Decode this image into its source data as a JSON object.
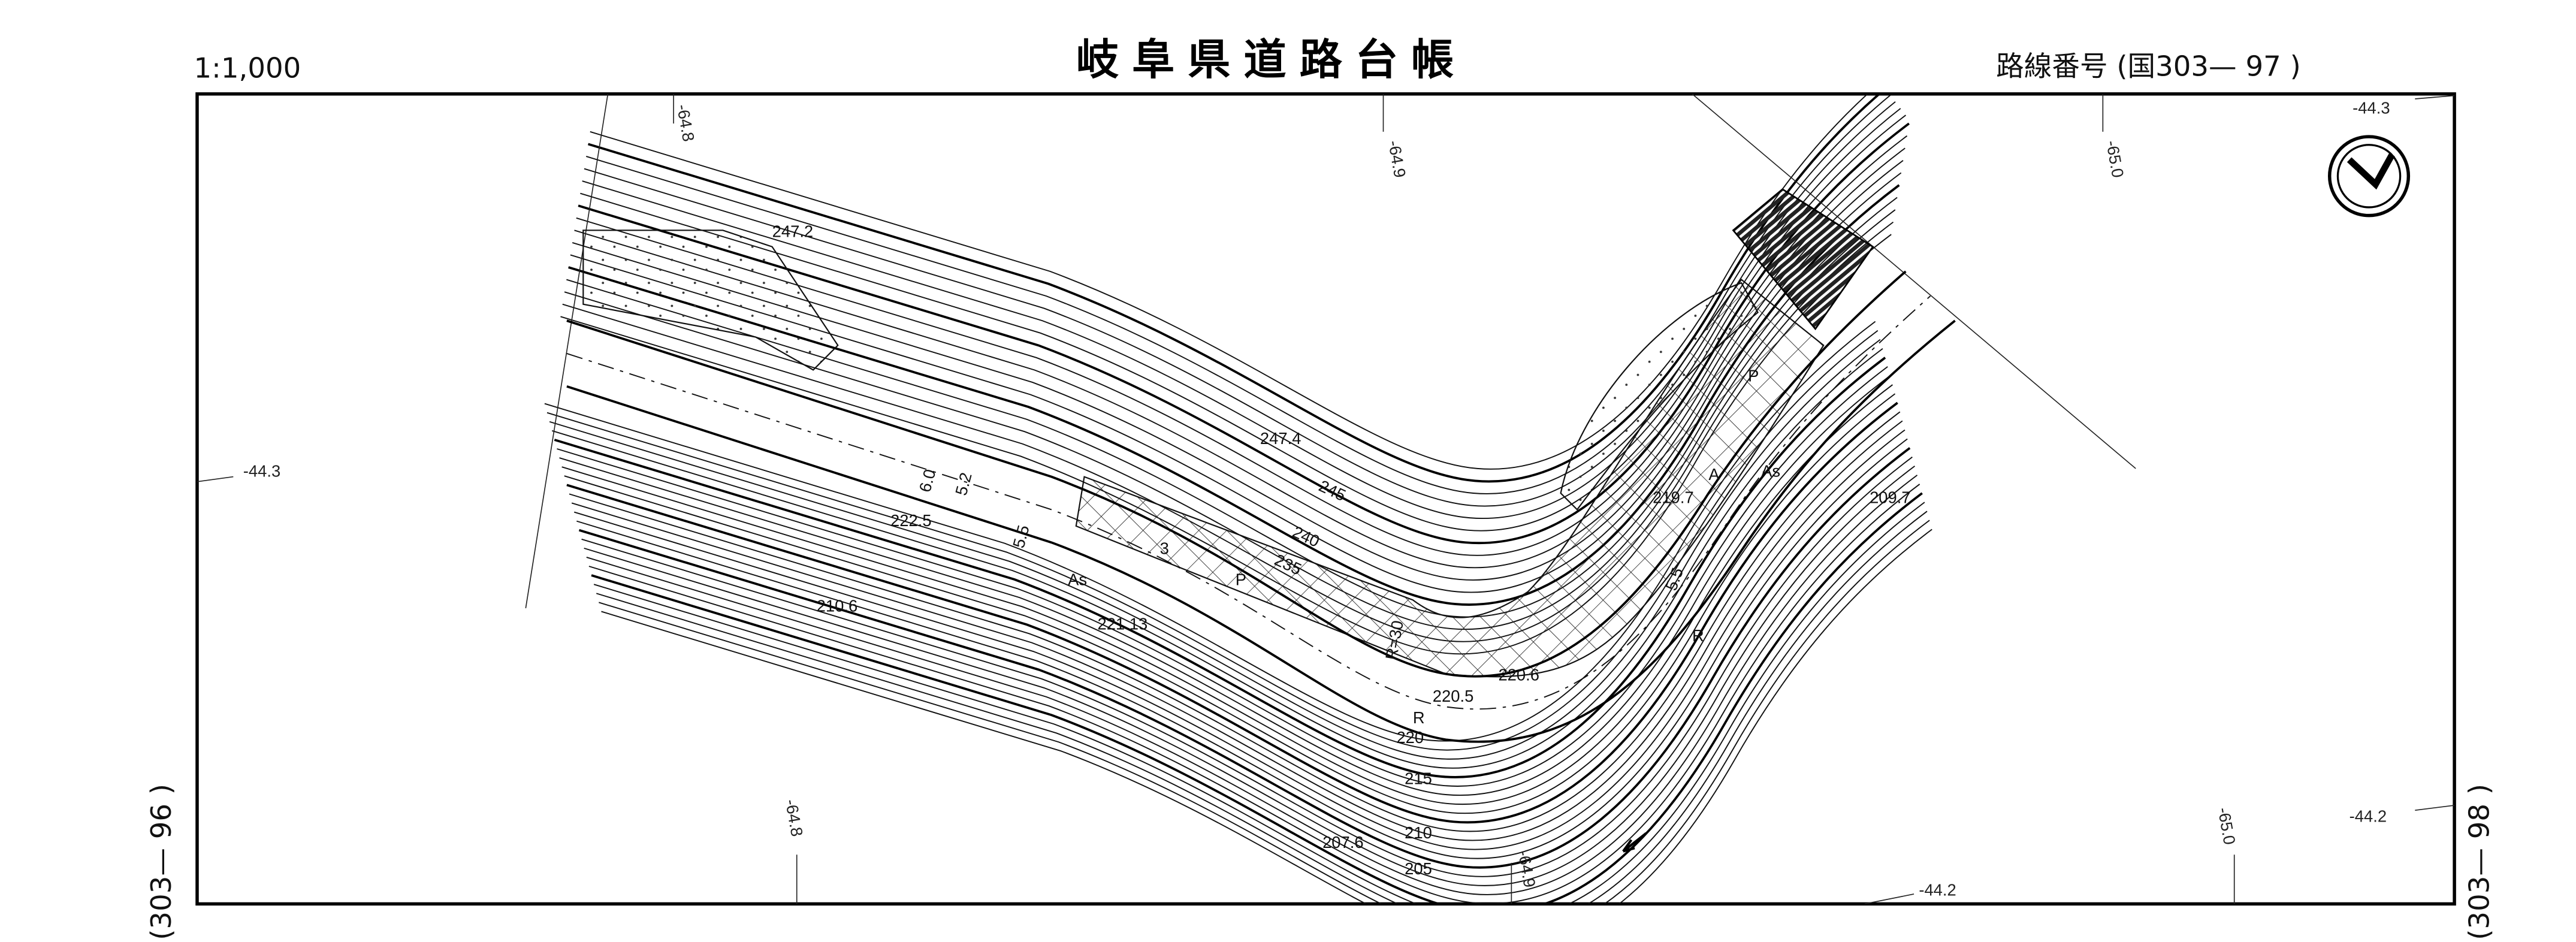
{
  "header": {
    "scale": "1:1,000",
    "title": "岐阜県道路台帳",
    "route_label": "路線番号 (国303— 97 )",
    "left_sheet": "(303— 96 )",
    "right_sheet": "(303— 98 )"
  },
  "grid_labels": {
    "x_a": "-64.8",
    "x_b": "-64.9",
    "x_c": "-65.0",
    "y_a": "-44.3",
    "y_b": "-44.2"
  },
  "spot_heights": [
    "247.2",
    "247.4",
    "222.5",
    "210.6",
    "221.13",
    "220.5",
    "220.6",
    "219.7",
    "209.7",
    "207.6"
  ],
  "contour_labels": [
    "245",
    "240",
    "235",
    "220",
    "215",
    "210",
    "205"
  ],
  "road_labels": {
    "pavement": "As",
    "parking": "P",
    "lanes": "3",
    "radius": "R=30",
    "width_a": "6.0",
    "width_b": "5.2",
    "width_c": "5.5",
    "width_d": "5.5",
    "retaining": "R",
    "slope": "A"
  },
  "north_arrow": "north-arrow-icon"
}
